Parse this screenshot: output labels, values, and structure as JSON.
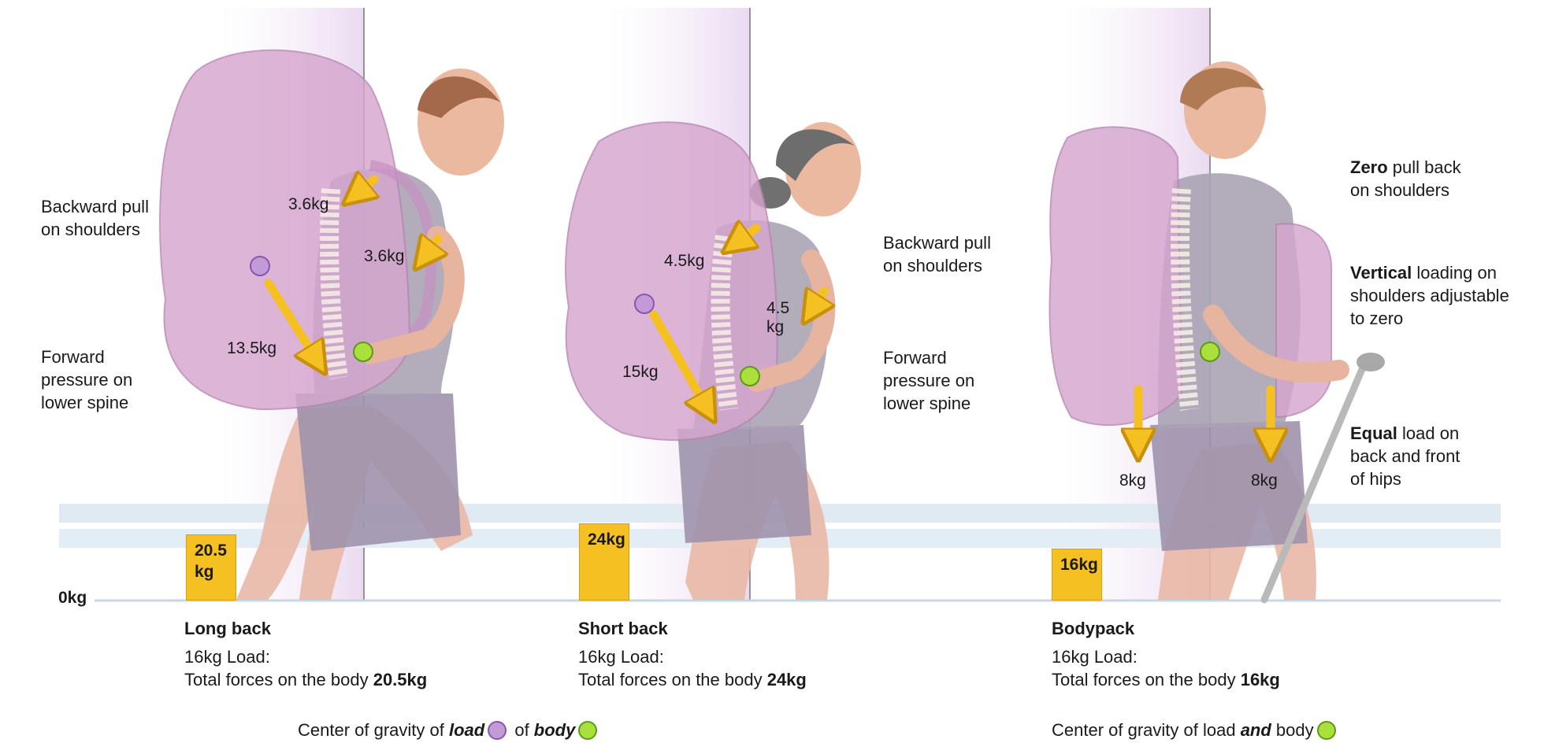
{
  "axis": {
    "zero_label": "0kg"
  },
  "panels": [
    {
      "title": "Long back",
      "load_line": "16kg Load:",
      "total_prefix": "Total forces on the body ",
      "total_value": "20.5kg",
      "bar_label": "20.5\nkg",
      "bar_value": 20.5,
      "left_note_top": "Backward pull\non shoulders",
      "left_note_bottom": "Forward\npressure on\nlower spine",
      "forces": [
        "3.6kg",
        "3.6kg",
        "13.5kg"
      ]
    },
    {
      "title": "Short back",
      "load_line": "16kg Load:",
      "total_prefix": "Total forces on the body ",
      "total_value": "24kg",
      "bar_label": "24kg",
      "bar_value": 24,
      "right_note_top": "Backward pull\non shoulders",
      "right_note_bottom": "Forward\npressure on\nlower spine",
      "forces": [
        "4.5kg",
        "4.5\nkg",
        "15kg"
      ]
    },
    {
      "title": "Bodypack",
      "load_line": "16kg Load:",
      "total_prefix": "Total forces on the body ",
      "total_value": "16kg",
      "bar_label": "16kg",
      "bar_value": 16,
      "forces": [
        "8kg",
        "8kg"
      ],
      "notes": {
        "zero_bold": "Zero",
        "zero_rest": " pull back\non shoulders",
        "vertical_bold": "Vertical",
        "vertical_rest": " loading on\nshoulders adjustable\nto zero",
        "equal_bold": "Equal",
        "equal_rest": " load on\nback and front\nof hips"
      }
    }
  ],
  "legend_left": {
    "prefix": "Center of gravity of ",
    "load_word": "load",
    "middle": " of ",
    "body_word": "body"
  },
  "legend_right": {
    "prefix": "Center of gravity of load ",
    "and_word": "and",
    "suffix": " body"
  },
  "colors": {
    "pack": "#d6a6cf",
    "arrow": "#f5c021",
    "cog_load": "#c39ad8",
    "cog_body": "#a9e03c",
    "band": "#dfe9f2"
  }
}
